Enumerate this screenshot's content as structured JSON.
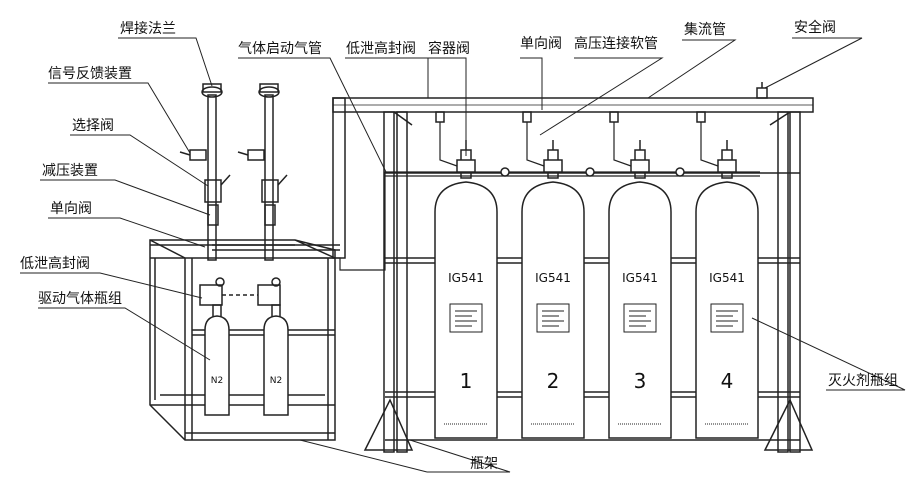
{
  "labels": {
    "weld_flange": "焊接法兰",
    "signal_feedback": "信号反馈装置",
    "selector_valve": "选择阀",
    "pressure_reducer": "减压装置",
    "check_valve_left": "单向阀",
    "low_leak_seal_valve_left": "低泄高封阀",
    "driver_gas_group": "驱动气体瓶组",
    "gas_start_pipe": "气体启动气管",
    "low_leak_seal_valve_top": "低泄高封阀",
    "container_valve": "容器阀",
    "check_valve_top": "单向阀",
    "hp_hose": "高压连接软管",
    "manifold": "集流管",
    "safety_valve": "安全阀",
    "extinguisher_group": "灭火剂瓶组",
    "rack": "瓶架"
  },
  "cylinders": [
    {
      "model": "IG541",
      "number": "1"
    },
    {
      "model": "IG541",
      "number": "2"
    },
    {
      "model": "IG541",
      "number": "3"
    },
    {
      "model": "IG541",
      "number": "4"
    }
  ],
  "driver_cylinders": [
    {
      "label": "N2"
    },
    {
      "label": "N2"
    }
  ],
  "colors": {
    "line": "#222222",
    "background": "#ffffff"
  }
}
